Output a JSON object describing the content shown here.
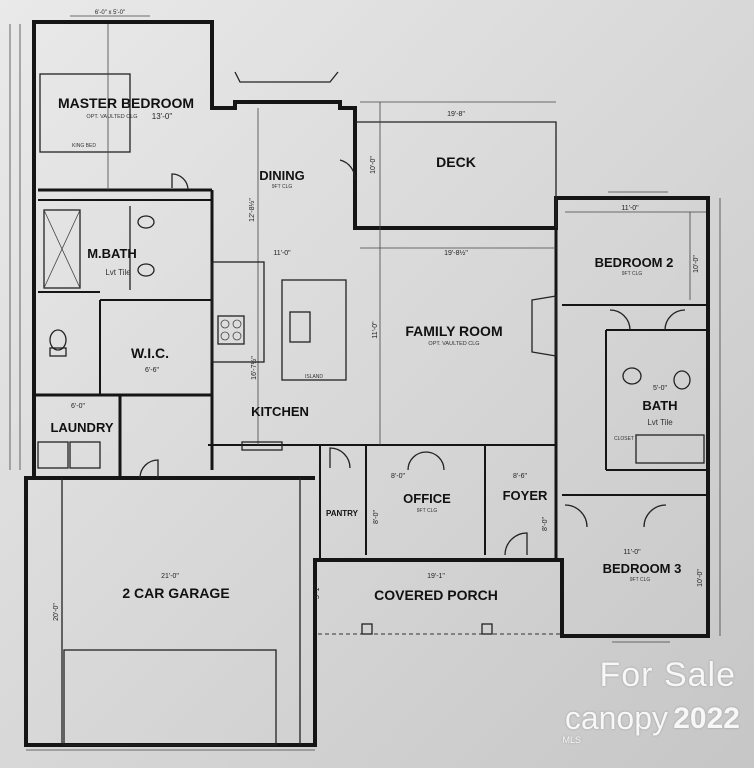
{
  "rooms": {
    "master_bedroom": {
      "name": "MASTER BEDROOM",
      "sub": "OPT. VAULTED CLG",
      "dim": "13'-0\""
    },
    "master_bath": {
      "name": "M.BATH",
      "sub": "Lvt Tile"
    },
    "wic": {
      "name": "W.I.C."
    },
    "laundry": {
      "name": "LAUNDRY"
    },
    "dining": {
      "name": "DINING",
      "sub": "9FT CLG"
    },
    "deck": {
      "name": "DECK"
    },
    "family_room": {
      "name": "FAMILY ROOM",
      "sub": "OPT. VAULTED CLG"
    },
    "kitchen": {
      "name": "KITCHEN"
    },
    "bedroom2": {
      "name": "BEDROOM 2",
      "sub": "9FT CLG"
    },
    "bath": {
      "name": "BATH",
      "sub": "Lvt Tile"
    },
    "office": {
      "name": "OFFICE",
      "sub": "9FT CLG"
    },
    "foyer": {
      "name": "FOYER"
    },
    "pantry": {
      "name": "PANTRY"
    },
    "bedroom3": {
      "name": "BEDROOM 3",
      "sub": "9FT CLG"
    },
    "garage": {
      "name": "2 CAR GARAGE"
    },
    "porch": {
      "name": "COVERED PORCH"
    }
  },
  "labels": {
    "king_bed": "KING BED",
    "island": "ISLAND",
    "closet": "CLOSET"
  },
  "dims": {
    "top_left": "6'-0\" x 5'-0\"",
    "deck_w": "19'-8\"",
    "deck_d": "10'-0\"",
    "dining_h": "12'-8½\"",
    "family_w": "19'-8½\"",
    "family_h": "11'-0\"",
    "kitchen_w": "11'-0\"",
    "kitchen_h": "16'-7½\"",
    "bed2_w": "11'-0\"",
    "bed2_d": "10'-0\"",
    "office_w": "8'-0\"",
    "office_d": "8'-0\"",
    "foyer_w": "8'-6\"",
    "foyer_d": "8'-0\"",
    "bed3_w": "11'-0\"",
    "bed3_d": "10'-0\"",
    "garage_w": "21'-0\"",
    "garage_d": "20'-0\"",
    "porch_w": "19'-1\"",
    "porch_d": "5'-1\"",
    "laundry_w": "6'-0\"",
    "wic_w": "6'-6\"",
    "bath_w": "5'-0\""
  },
  "watermark": {
    "for_sale": "For Sale",
    "brand": "canopy",
    "year": "2022",
    "mls": "MLS"
  }
}
